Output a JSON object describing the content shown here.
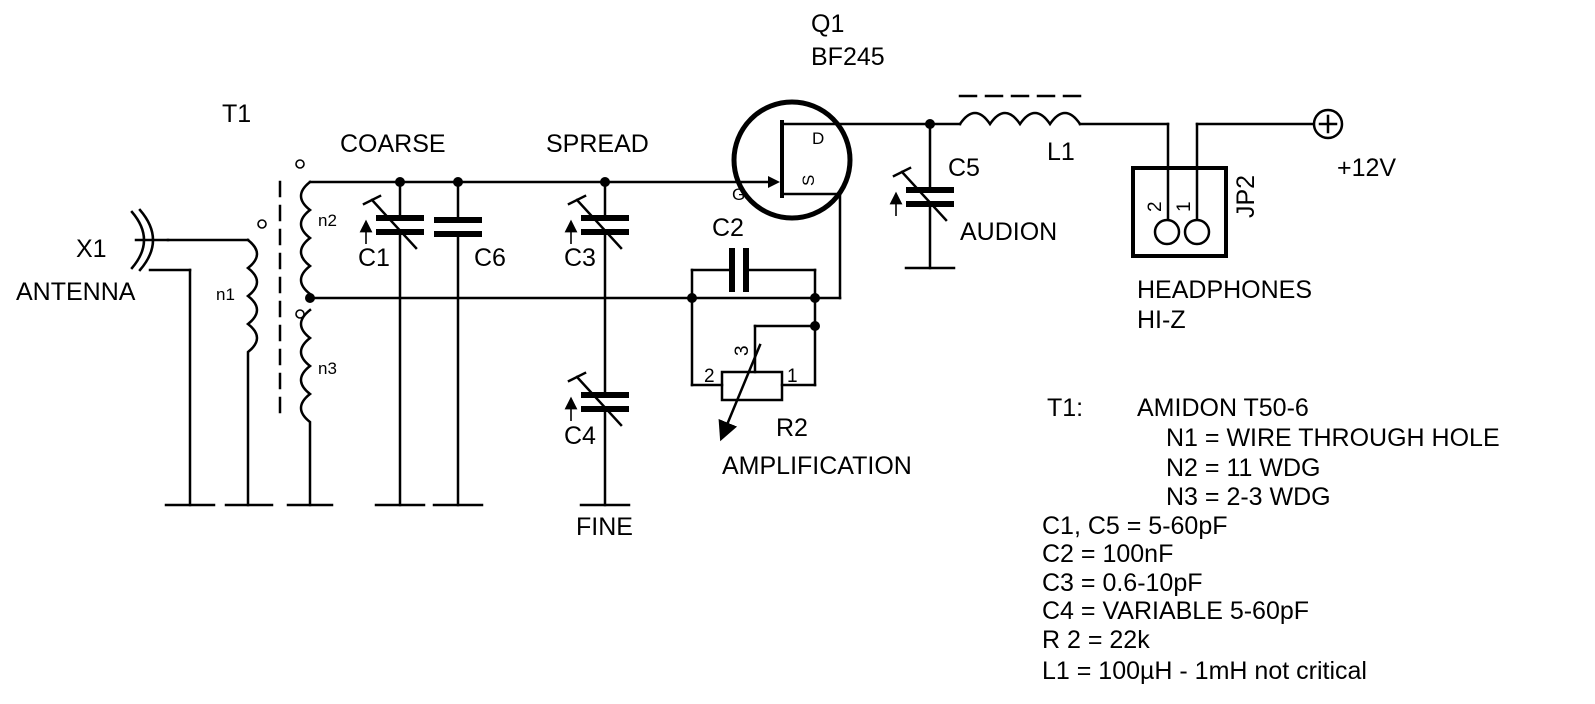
{
  "labels": {
    "q1": "Q1",
    "q1_part": "BF245",
    "t1": "T1",
    "coarse": "COARSE",
    "spread": "SPREAD",
    "fine": "FINE",
    "x1": "X1",
    "antenna": "ANTENNA",
    "c1": "C1",
    "c2": "C2",
    "c3": "C3",
    "c4": "C4",
    "c5": "C5",
    "c6": "C6",
    "l1": "L1",
    "r2": "R2",
    "amplification": "AMPLIFICATION",
    "audion": "AUDION",
    "jp2": "JP2",
    "headphones": "HEADPHONES",
    "hiz": "HI-Z",
    "supply": "+12V",
    "n1": "n1",
    "n2": "n2",
    "n3": "n3",
    "pin_d": "D",
    "pin_g": "G",
    "pin_s": "S",
    "r2_pin1": "1",
    "r2_pin2": "2",
    "r2_pin3": "3",
    "jp2_pin1": "1",
    "jp2_pin2": "2"
  },
  "notes": {
    "t1_label": "T1:",
    "t1_core": "AMIDON T50-6",
    "t1_n1": "N1 = WIRE THROUGH HOLE",
    "t1_n2": "N2 = 11 WDG",
    "t1_n3": "N3 = 2-3 WDG",
    "c1c5": "C1, C5 = 5-60pF",
    "c2": "C2 = 100nF",
    "c3": "C3 = 0.6-10pF",
    "c4": "C4 = VARIABLE 5-60pF",
    "r2": "R 2 = 22k",
    "l1": "L1 = 100µH - 1mH not critical"
  }
}
